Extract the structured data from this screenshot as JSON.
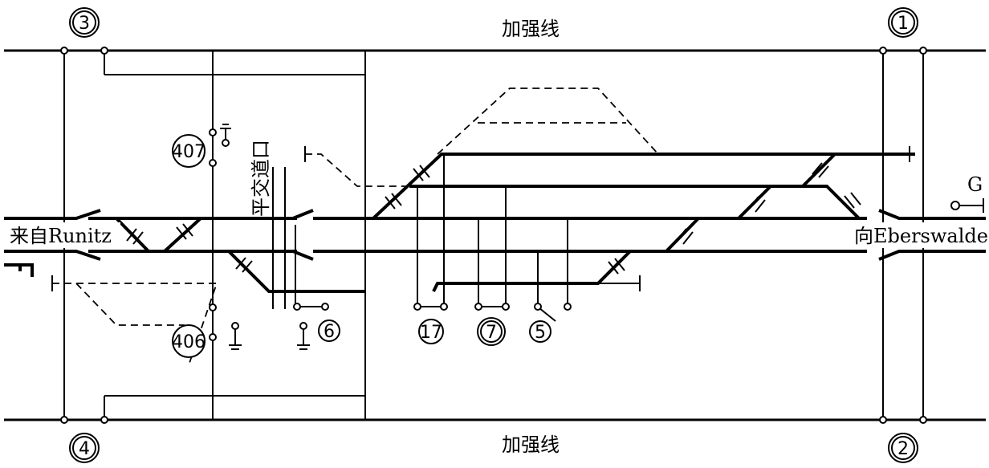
{
  "labels": {
    "reinforcement_top": "加强线",
    "reinforcement_bottom": "加强线",
    "from_runitz": "来自Runitz",
    "to_eberswalde": "向Eberswalde",
    "level_crossing": "平交道口",
    "signal_g": "G"
  },
  "nodes": {
    "n1": "1",
    "n2": "2",
    "n3": "3",
    "n4": "4",
    "n5": "5",
    "n6": "6",
    "n7": "7",
    "n17": "17",
    "n406": "406",
    "n407": "407"
  }
}
